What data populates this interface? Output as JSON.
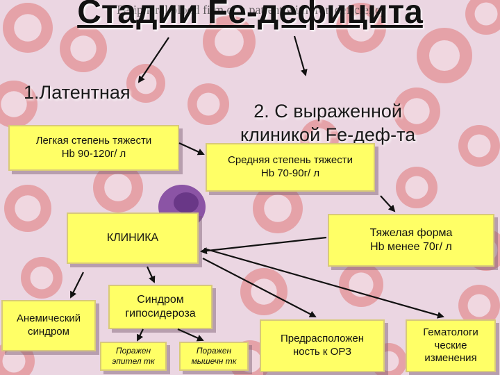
{
  "title": "Стадии Fe-дефицита",
  "overlay_text": "Peripheral blood film of a patient with iron deficiency",
  "stage1": "1.Латентная",
  "stage2": "2. С выраженной\nклиникой Fe-деф-та",
  "boxes": {
    "mild": "Легкая степень тяжести\nHb 90-120г/ л",
    "moderate": "Средняя степень тяжести\nHb 70-90г/ л",
    "severe": "Тяжелая форма\nHb менее 70г/ л",
    "clinic": "КЛИНИКА",
    "anemic": "Анемический\nсиндром",
    "hyposiderosis": "Синдром\nгипосидероза",
    "epithelium": "Поражен\nэпител тк",
    "muscle": "Поражен\nмышечн тк",
    "ari": "Предрасположен\nность к ОРЗ",
    "hematologic": "Гематологи\nческие\nизменения"
  },
  "colors": {
    "box_fill": "#ffff66",
    "background": "#ebd6e2",
    "rbc": "#e07878",
    "lymphocyte": "#7a3d9a"
  }
}
